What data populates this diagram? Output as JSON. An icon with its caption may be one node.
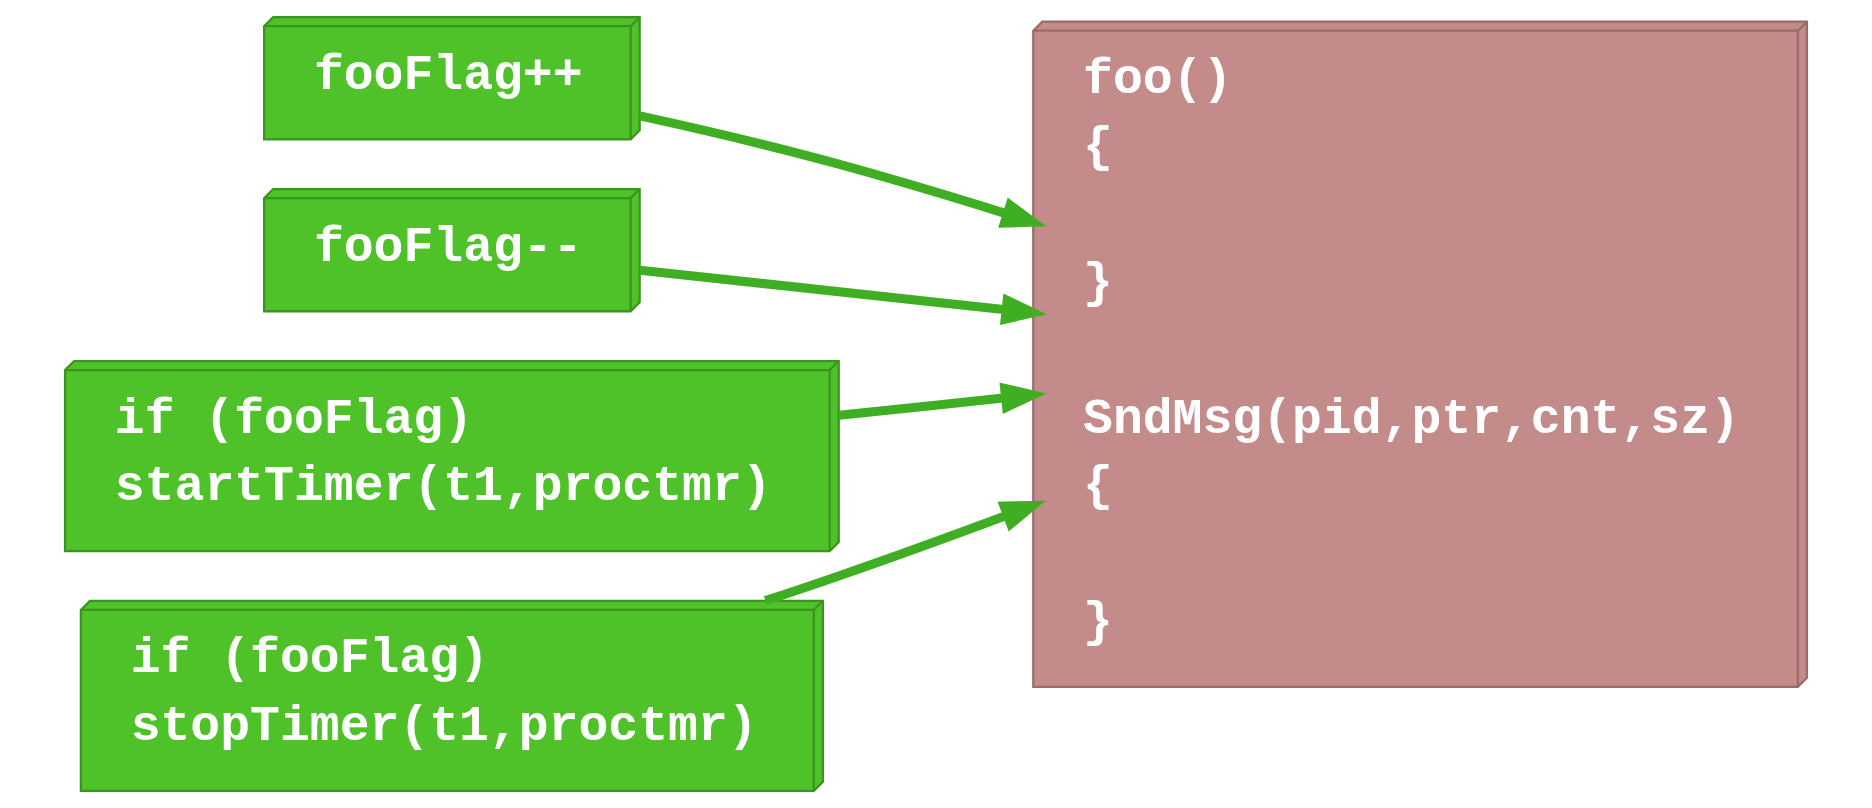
{
  "diagram": {
    "nodes": [
      {
        "text": [
          "fooFlag++"
        ]
      },
      {
        "text": [
          "fooFlag--"
        ]
      },
      {
        "text": [
          "if (fooFlag)",
          "startTimer(t1,proctmr)"
        ]
      },
      {
        "text": [
          "if (fooFlag)",
          "stopTimer(t1,proctmr)"
        ]
      },
      {
        "text": [
          "foo()",
          "{",
          "}",
          "SndMsg(pid,ptr,cnt,sz)",
          "{",
          "}"
        ]
      }
    ],
    "edges": [
      {
        "from": 0,
        "to": 4,
        "arrow": "to"
      },
      {
        "from": 1,
        "to": 4,
        "arrow": "to"
      },
      {
        "from": 2,
        "to": 4,
        "arrow": "to"
      },
      {
        "from": 3,
        "to": 4,
        "arrow": "to"
      }
    ]
  }
}
